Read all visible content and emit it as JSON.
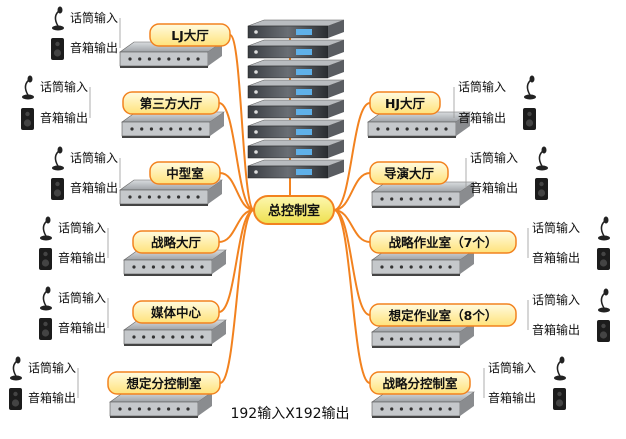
{
  "center": {
    "label": "总控制室"
  },
  "caption": "192输入X192输出",
  "io_labels": {
    "mic": "话筒输入",
    "speaker": "音箱输出"
  },
  "colors": {
    "connector": "#f2821f",
    "center_fill": "#f7ef7a",
    "center_stroke": "#f2821f",
    "label_fill": "#fff2a8",
    "label_stroke": "#f2821f",
    "device_body": "#8a8c8f",
    "device_front": "#c5c8cb"
  },
  "rooms_left": [
    {
      "name": "LJ大厅",
      "mic": "话筒输入",
      "speaker": "音箱输出"
    },
    {
      "name": "第三方大厅",
      "mic": "话筒输入",
      "speaker": "音箱输出"
    },
    {
      "name": "中型室",
      "mic": "话筒输入",
      "speaker": "音箱输出"
    },
    {
      "name": "战略大厅",
      "mic": "话筒输入",
      "speaker": "音箱输出"
    },
    {
      "name": "媒体中心",
      "mic": "话筒输入",
      "speaker": "音箱输出"
    },
    {
      "name": "想定分控制室",
      "mic": "话筒输入",
      "speaker": "音箱输出"
    }
  ],
  "rooms_right": [
    {
      "name": "HJ大厅",
      "mic": "话筒输入",
      "speaker": "音箱输出"
    },
    {
      "name": "导演大厅",
      "mic": "话筒输入",
      "speaker": "音箱输出"
    },
    {
      "name": "战略作业室（7个）",
      "mic": "话筒输入",
      "speaker": "音箱输出"
    },
    {
      "name": "想定作业室（8个）",
      "mic": "话筒输入",
      "speaker": "音箱输出"
    },
    {
      "name": "战略分控制室",
      "mic": "话筒输入",
      "speaker": "音箱输出"
    }
  ],
  "amplifier_stack": {
    "units": 8
  }
}
